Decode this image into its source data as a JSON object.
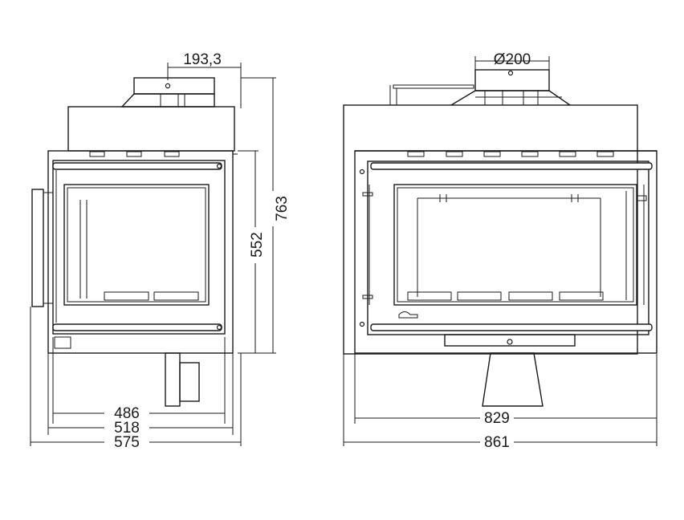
{
  "dimensions": {
    "side": {
      "top_offset": "193,3",
      "height_total": "763",
      "height_frame": "552",
      "width_inner": "486",
      "width_frame": "518",
      "width_total": "575"
    },
    "front": {
      "flue_diameter": "Ø200",
      "width_frame": "829",
      "width_total": "861"
    }
  }
}
